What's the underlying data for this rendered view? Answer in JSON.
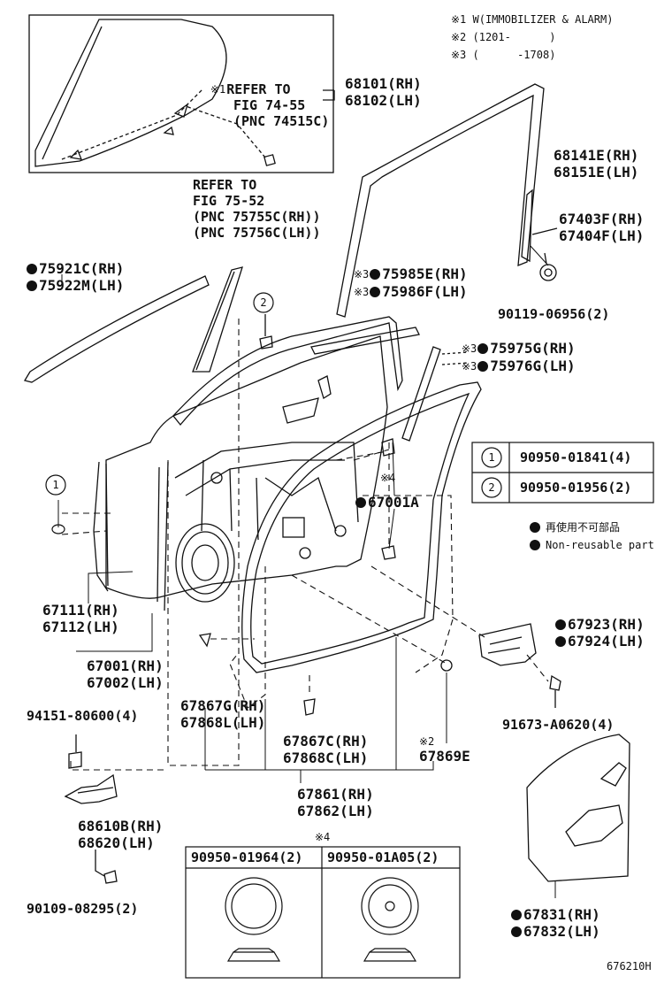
{
  "notes": [
    "※1 W(IMMOBILIZER & ALARM)",
    "※2 (1201-      )",
    "※3 (      -1708)"
  ],
  "inset_ref": {
    "mark": "※1",
    "lines": [
      "REFER TO",
      "FIG 74-55",
      "(PNC 74515C)"
    ]
  },
  "ref_75": [
    "REFER TO",
    "FIG 75-52",
    "(PNC 75755C(RH))",
    "(PNC 75756C(LH))"
  ],
  "parts": {
    "p68101": [
      "68101(RH)",
      "68102(LH)"
    ],
    "p68141": [
      "68141E(RH)",
      "68151E(LH)"
    ],
    "p67403": [
      "67403F(RH)",
      "67404F(LH)"
    ],
    "p75921": [
      "75921C(RH)",
      "75922M(LH)"
    ],
    "p75985": [
      "75985E(RH)",
      "75986F(LH)"
    ],
    "p90119": "90119-06956(2)",
    "p75975": [
      "75975G(RH)",
      "75976G(LH)"
    ],
    "p67001A": "67001A",
    "p67111": [
      "67111(RH)",
      "67112(LH)"
    ],
    "p67001": [
      "67001(RH)",
      "67002(LH)"
    ],
    "p67923": [
      "67923(RH)",
      "67924(LH)"
    ],
    "p94151": "94151-80600(4)",
    "p67867G": [
      "67867G(RH)",
      "67868L(LH)"
    ],
    "p67867C": [
      "67867C(RH)",
      "67868C(LH)"
    ],
    "p67869E": "67869E",
    "p91673": "91673-A0620(4)",
    "p67861": [
      "67861(RH)",
      "67862(LH)"
    ],
    "p68610": [
      "68610B(RH)",
      "68620(LH)"
    ],
    "p90109": "90109-08295(2)",
    "p67831": [
      "67831(RH)",
      "67832(LH)"
    ]
  },
  "marks": {
    "ref3": "※3",
    "ref2": "※2",
    "ref4": "※4",
    "circle1": "1",
    "circle2": "2"
  },
  "table": [
    {
      "key": "1",
      "part": "90950-01841(4)"
    },
    {
      "key": "2",
      "part": "90950-01956(2)"
    }
  ],
  "legend": [
    "再使用不可部品",
    "Non-reusable part"
  ],
  "plug_table": {
    "mark": "※4",
    "cols": [
      "90950-01964(2)",
      "90950-01A05(2)"
    ]
  },
  "figure_id": "676210H"
}
